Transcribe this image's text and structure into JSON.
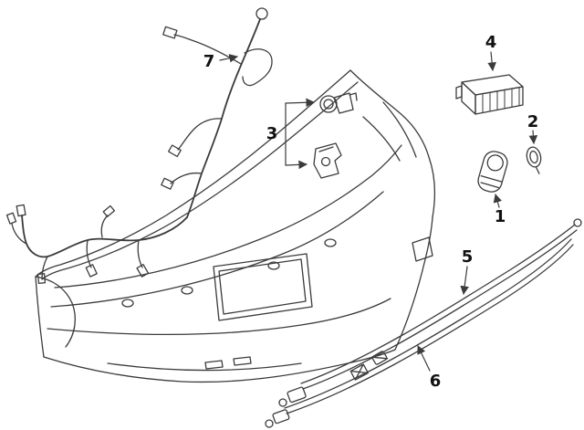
{
  "diagram": {
    "background_color": "#ffffff",
    "line_color": "#3b3b3b",
    "label_color": "#111111",
    "callouts": [
      {
        "number": "1"
      },
      {
        "number": "2"
      },
      {
        "number": "3"
      },
      {
        "number": "4"
      },
      {
        "number": "5"
      },
      {
        "number": "6"
      },
      {
        "number": "7"
      }
    ]
  }
}
